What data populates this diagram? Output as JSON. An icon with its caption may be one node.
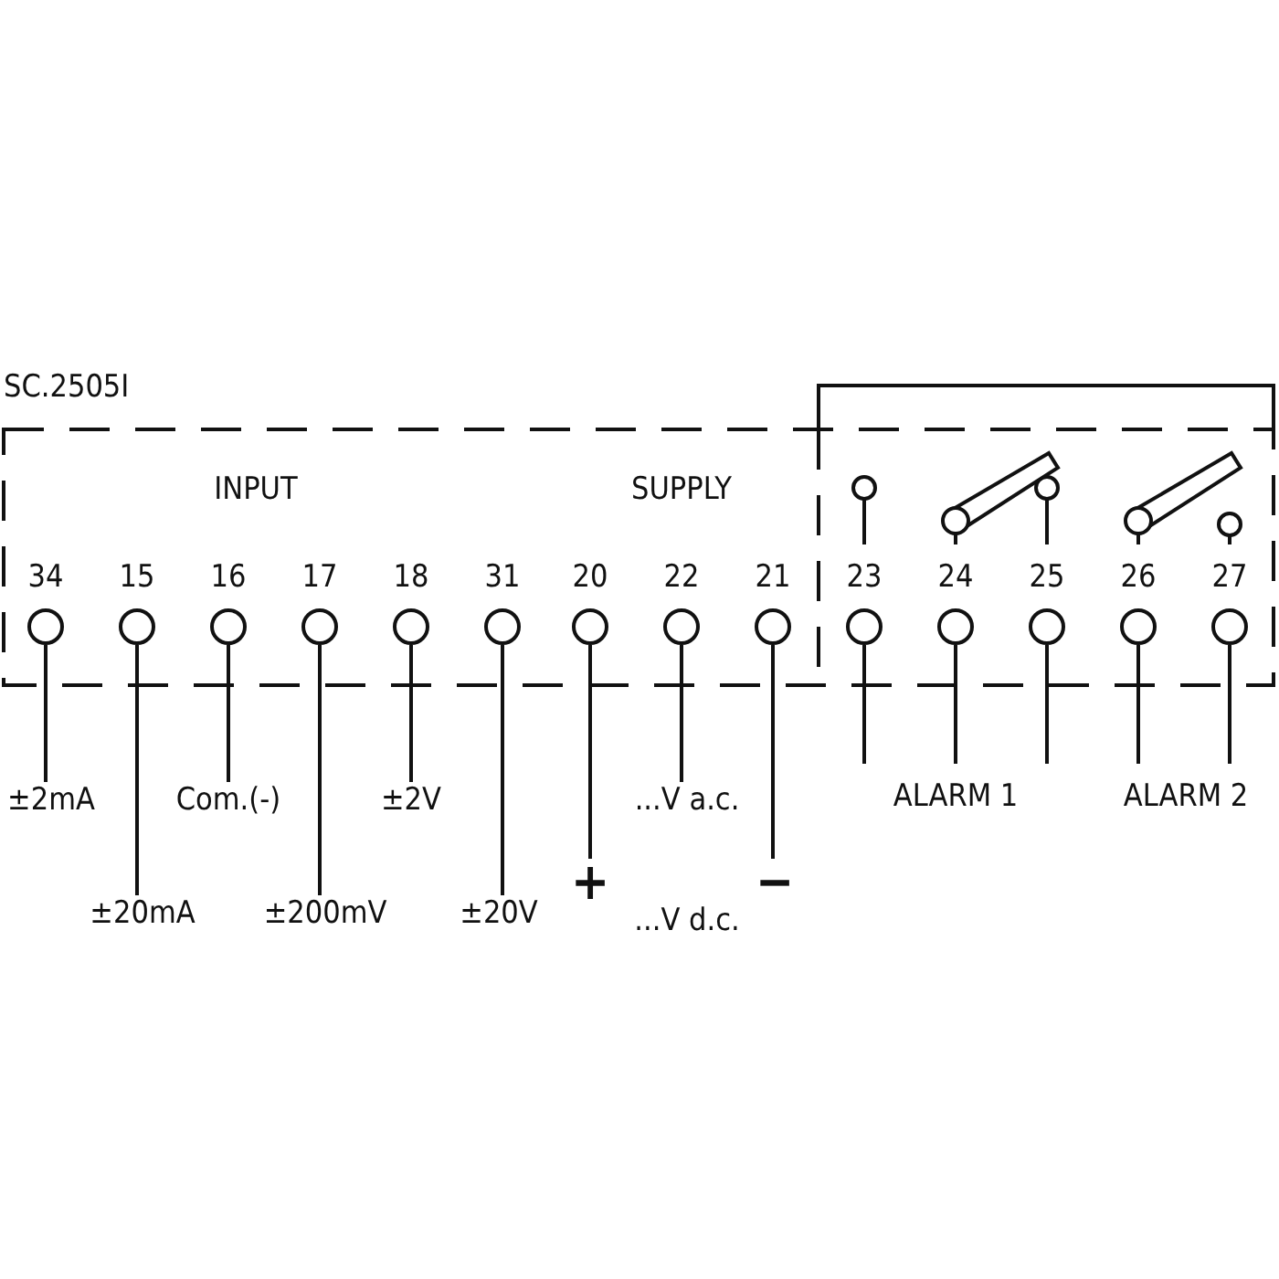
{
  "diagram": {
    "nodes": [
      {
        "text": [
          "SC.2505I"
        ]
      },
      {
        "text": [
          "34"
        ],
        "in": 0
      },
      {
        "text": [
          "15"
        ],
        "in": 0
      },
      {
        "text": [
          "16"
        ],
        "in": 0
      },
      {
        "text": [
          "17"
        ],
        "in": 0
      },
      {
        "text": [
          "18"
        ],
        "in": 0
      },
      {
        "text": [
          "31"
        ],
        "in": 0
      },
      {
        "text": [
          "20"
        ],
        "in": 0
      },
      {
        "text": [
          "22"
        ],
        "in": 0
      },
      {
        "text": [
          "21"
        ],
        "in": 0
      },
      {
        "text": [
          "23"
        ],
        "in": 0
      },
      {
        "text": [
          "24"
        ],
        "in": 0
      },
      {
        "text": [
          "25"
        ],
        "in": 0
      },
      {
        "text": [
          "26"
        ],
        "in": 0
      },
      {
        "text": [
          "27"
        ],
        "in": 0
      },
      {
        "text": [
          "±2mA"
        ]
      },
      {
        "text": [
          "±20mA"
        ]
      },
      {
        "text": [
          "Com.(-)"
        ]
      },
      {
        "text": [
          "±200mV"
        ]
      },
      {
        "text": [
          "±2V"
        ]
      },
      {
        "text": [
          "±20V"
        ]
      },
      {
        "text": [
          "...V a.c."
        ]
      },
      {
        "text": [
          "+"
        ]
      },
      {
        "text": [
          "−"
        ]
      },
      {
        "text": [
          "ALARM 1"
        ]
      },
      {
        "text": [
          "ALARM 2"
        ]
      }
    ],
    "edges": [
      {
        "from": 1,
        "to": 15,
        "arrow": "none"
      },
      {
        "from": 2,
        "to": 16,
        "arrow": "none"
      },
      {
        "from": 3,
        "to": 17,
        "arrow": "none"
      },
      {
        "from": 4,
        "to": 18,
        "arrow": "none"
      },
      {
        "from": 5,
        "to": 19,
        "arrow": "none"
      },
      {
        "from": 6,
        "to": 20,
        "arrow": "none"
      },
      {
        "from": 7,
        "to": 22,
        "arrow": "none"
      },
      {
        "from": 8,
        "to": 21,
        "arrow": "none"
      },
      {
        "from": 9,
        "to": 23,
        "arrow": "none"
      },
      {
        "from": 10,
        "to": 24,
        "arrow": "none"
      },
      {
        "from": 11,
        "to": 24,
        "arrow": "none"
      },
      {
        "from": 12,
        "to": 24,
        "arrow": "none"
      },
      {
        "from": 13,
        "to": 25,
        "arrow": "none"
      },
      {
        "from": 14,
        "to": 25,
        "arrow": "none"
      }
    ],
    "labels": [
      "INPUT",
      "SUPPLY",
      "...V d.c."
    ]
  }
}
